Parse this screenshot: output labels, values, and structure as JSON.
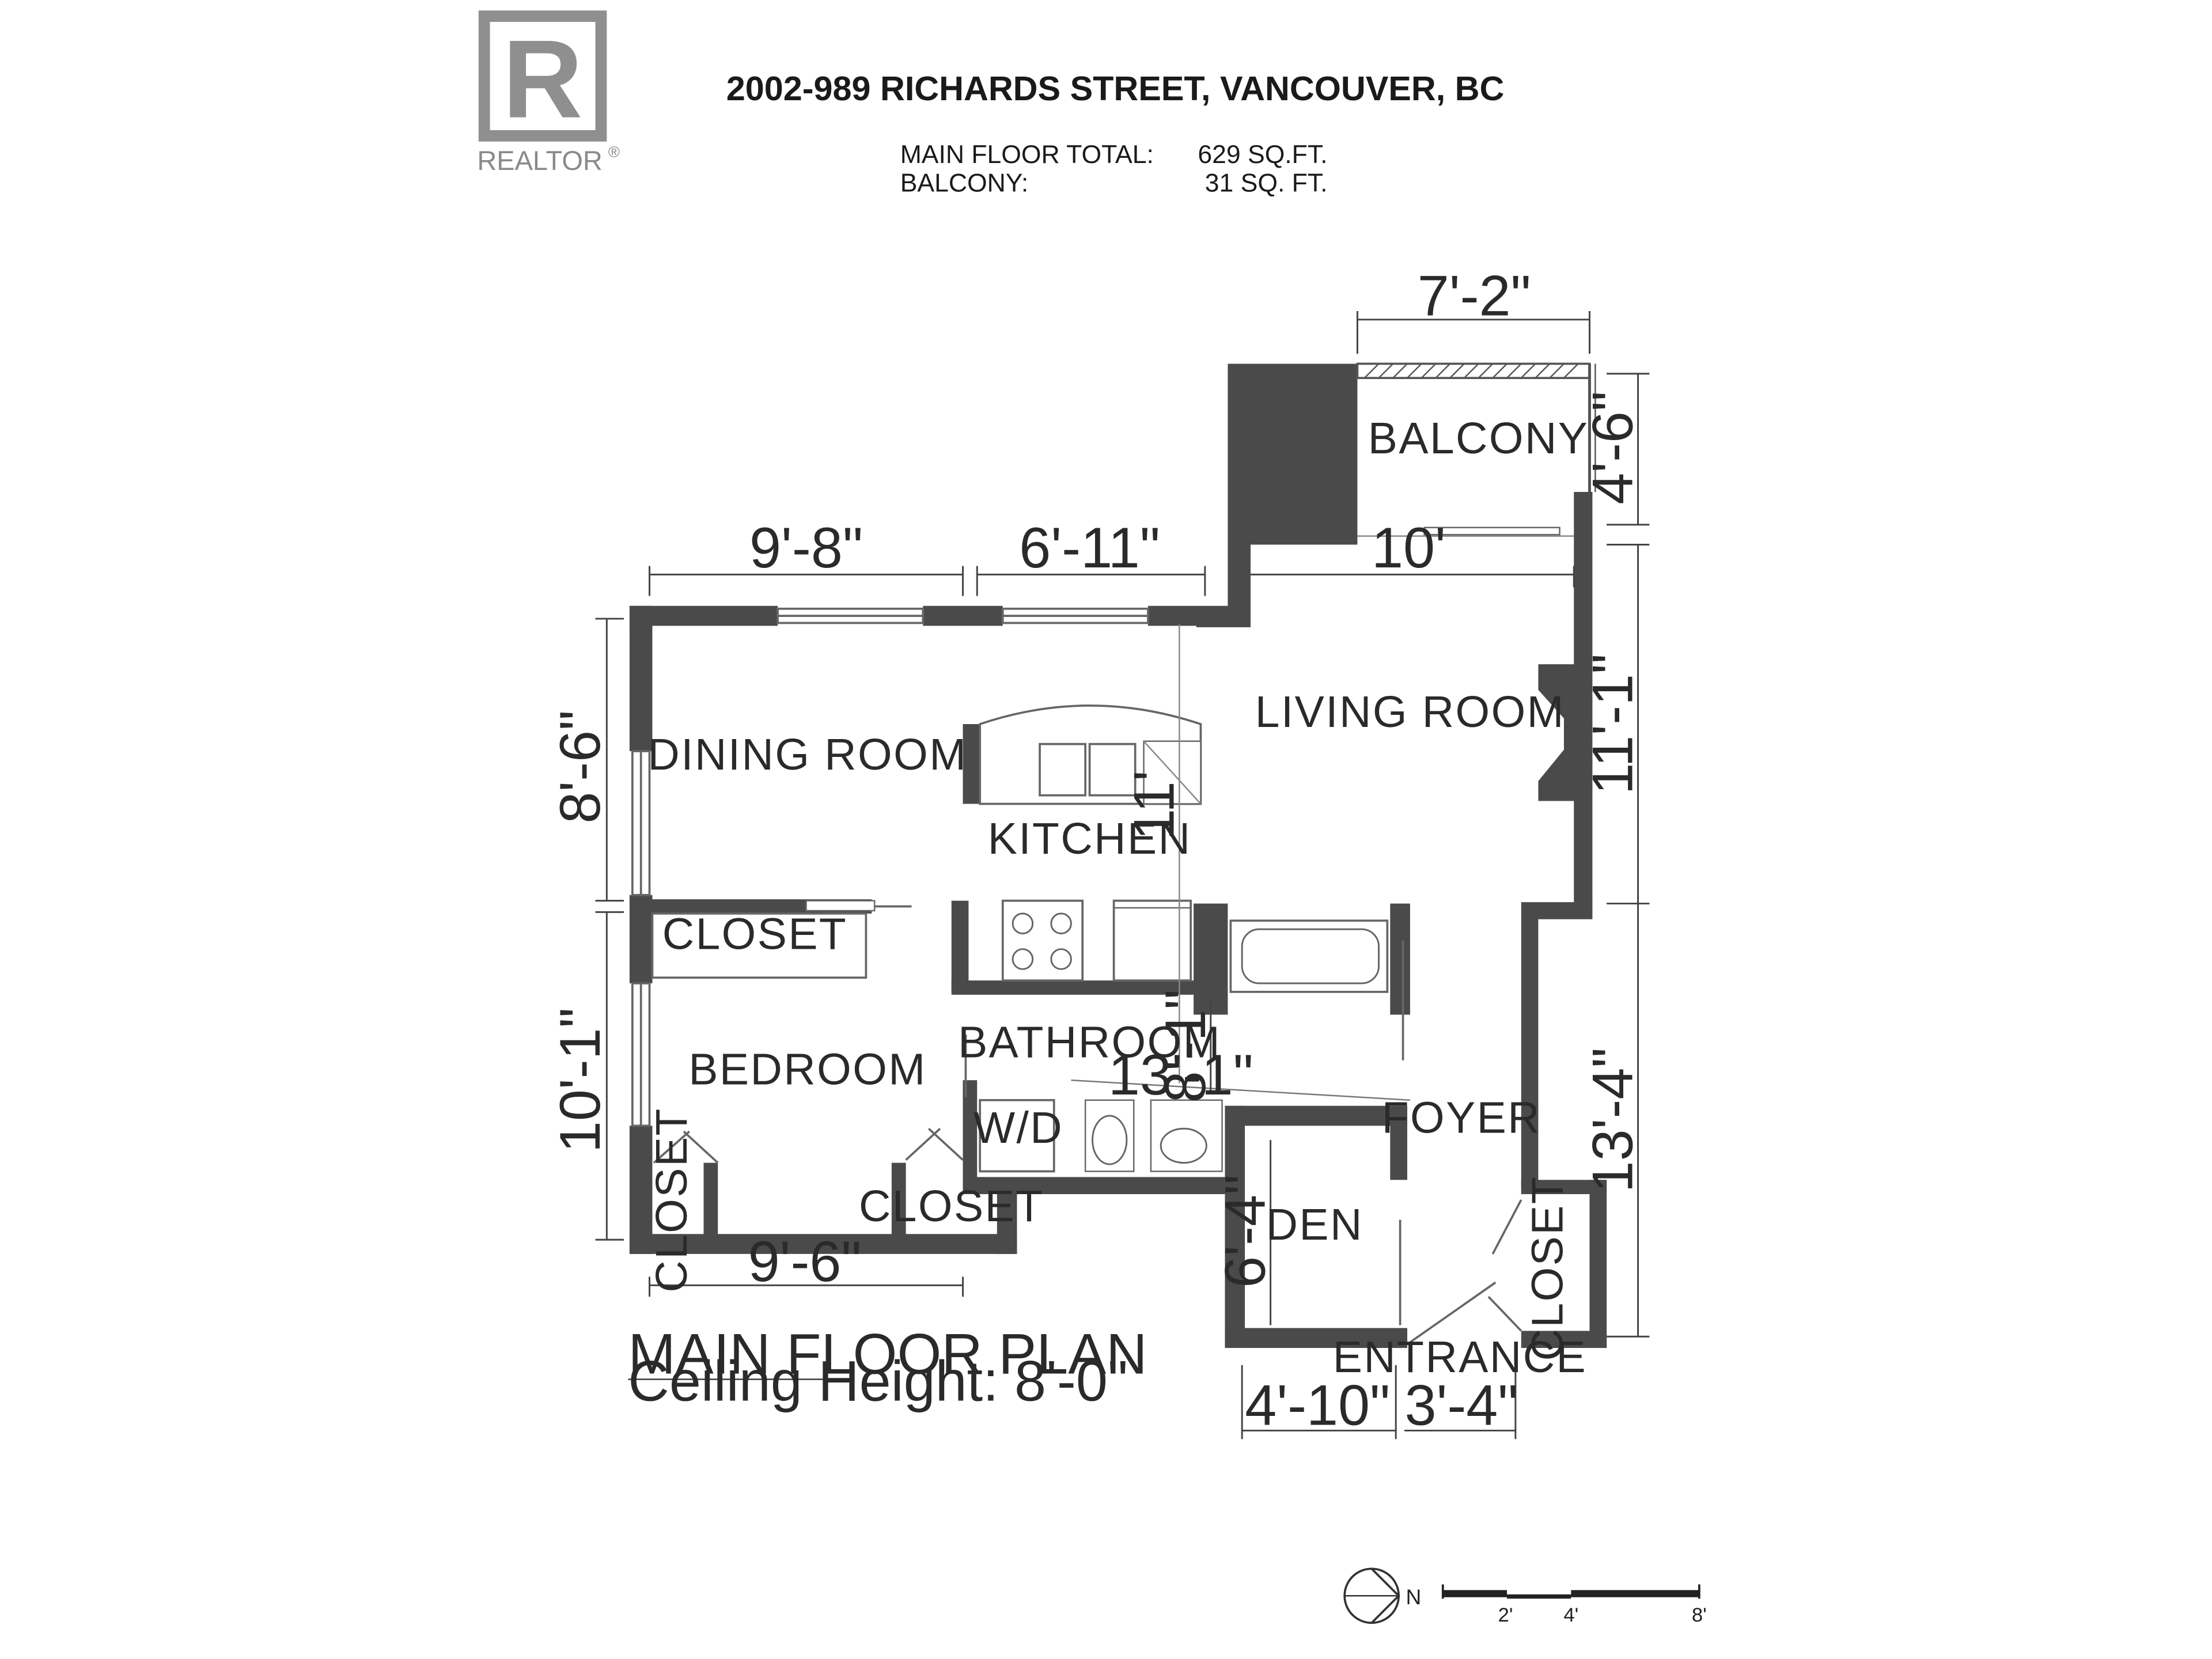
{
  "header": {
    "address": "2002-989 RICHARDS STREET, VANCOUVER, BC",
    "logo_text": "REALTOR",
    "logo_mark": "®",
    "logo_letter": "R",
    "area_label_main": "MAIN FLOOR TOTAL:",
    "area_value_main": "629 SQ.FT.",
    "area_label_balcony": "BALCONY:",
    "area_value_balcony": "31 SQ. FT."
  },
  "rooms": {
    "balcony": "BALCONY",
    "living_room": "LIVING ROOM",
    "dining_room": "DINING ROOM",
    "kitchen": "KITCHEN",
    "closet_upper": "CLOSET",
    "bedroom": "BEDROOM",
    "bathroom": "BATHROOM",
    "wd": "W/D",
    "foyer": "FOYER",
    "den": "DEN",
    "closet_left": "CLOSET",
    "closet_bottom": "CLOSET",
    "closet_right": "CLOSET",
    "entrance": "ENTRANCE"
  },
  "dimensions": {
    "balcony_width": "7'-2\"",
    "balcony_depth": "4'-6\"",
    "dining_width": "9'-8\"",
    "kitchen_width": "6'-11\"",
    "living_width": "10'",
    "living_depth": "11'-1\"",
    "dining_depth": "8'-6\"",
    "kitchen_depth": "11'",
    "bedroom_depth": "10'-1\"",
    "bathroom_depth": "8'-1\"",
    "bathroom_width": "13'-1\"",
    "foyer_depth": "13'-4\"",
    "den_depth": "6'-4\"",
    "bedroom_width": "9'-6\"",
    "den_width": "4'-10\"",
    "entrance_width": "3'-4\""
  },
  "caption": {
    "title": "MAIN FLOOR PLAN",
    "ceiling": "Ceiling Height: 8'-0\""
  },
  "compass": {
    "north": "N"
  },
  "scale_bar": {
    "labels": [
      "2'",
      "4'",
      "8'"
    ]
  },
  "colors": {
    "wall": "#4a4a4a",
    "logo_gray": "#8a8a8a"
  }
}
